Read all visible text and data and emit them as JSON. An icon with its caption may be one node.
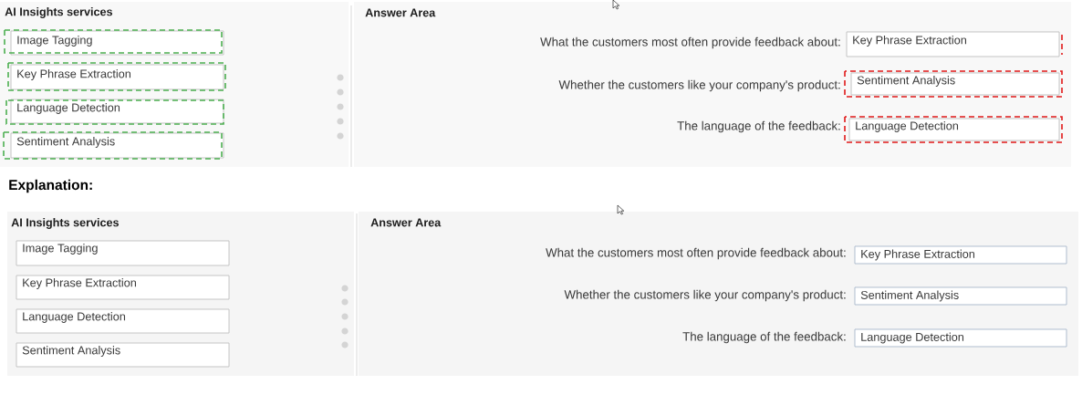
{
  "diagram": {
    "nodes": [
      {
        "text": [
          "AI Insights services"
        ]
      },
      {
        "text": [
          "Image Tagging"
        ],
        "in": 0
      },
      {
        "text": [
          "Key Phrase Extraction"
        ],
        "in": 0
      },
      {
        "text": [
          "Language Detection"
        ],
        "in": 0
      },
      {
        "text": [
          "Sentiment Analysis"
        ],
        "in": 0
      },
      {
        "text": [
          "Answer Area"
        ]
      },
      {
        "text": [
          "Key Phrase Extraction"
        ],
        "beside": [
          "What the customers most often provide feedback about:"
        ],
        "in": 5
      },
      {
        "text": [
          "Sentiment Analysis"
        ],
        "beside": [
          "Whether the customers like your company's product:"
        ],
        "in": 5
      },
      {
        "text": [
          "Language Detection"
        ],
        "beside": [
          "The language of the feedback:"
        ],
        "in": 5
      },
      {
        "text": [
          "AI Insights services"
        ]
      },
      {
        "text": [
          "Image Tagging"
        ],
        "in": 9
      },
      {
        "text": [
          "Key Phrase Extraction"
        ],
        "in": 9
      },
      {
        "text": [
          "Language Detection"
        ],
        "in": 9
      },
      {
        "text": [
          "Sentiment Analysis"
        ],
        "in": 9
      },
      {
        "text": [
          "Answer Area"
        ]
      },
      {
        "text": [
          "Key Phrase Extraction"
        ],
        "beside": [
          "What the customers most often provide feedback about:"
        ],
        "in": 14
      },
      {
        "text": [
          "Sentiment Analysis"
        ],
        "beside": [
          "Whether the customers like your company's product:"
        ],
        "in": 14
      },
      {
        "text": [
          "Language Detection"
        ],
        "beside": [
          "The language of the feedback:"
        ],
        "in": 14
      }
    ],
    "labels": [
      "Explanation:"
    ]
  }
}
